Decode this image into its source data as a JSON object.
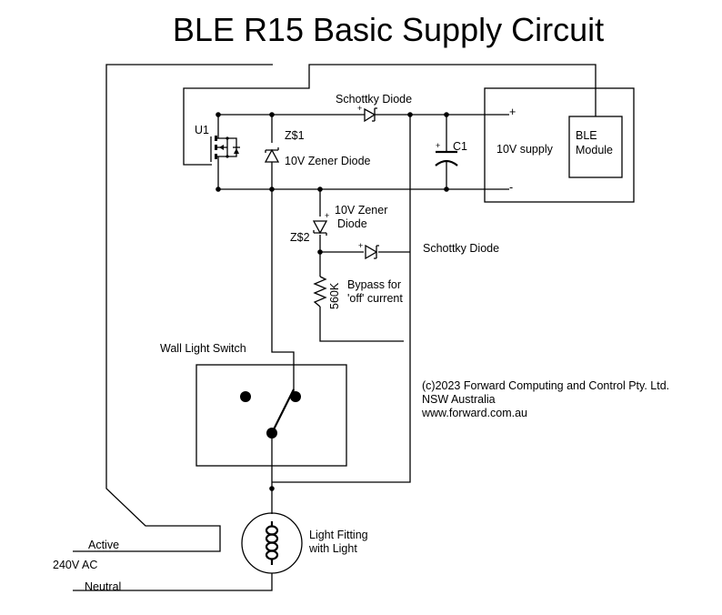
{
  "title": "BLE R15 Basic Supply Circuit",
  "labels": {
    "u1": "U1",
    "schottky_top": "Schottky Diode",
    "schottky_mid": "Schottky Diode",
    "z1": "Z$1",
    "z1_desc": "10V Zener Diode",
    "c1": "C1",
    "supply": "10V supply",
    "plus": "+",
    "minus": "-",
    "ble_line1": "BLE",
    "ble_line2": "Module",
    "z2": "Z$2",
    "z2_desc_line1": "10V Zener",
    "z2_desc_line2": "Diode",
    "resistor": "560K",
    "bypass_line1": "Bypass for",
    "bypass_line2": "'off' current",
    "switch": "Wall Light Switch",
    "copyright_line1": "(c)2023 Forward Computing and Control Pty. Ltd.",
    "copyright_line2": "NSW Australia",
    "copyright_line3": "www.forward.com.au",
    "light_line1": "Light Fitting",
    "light_line2": "with Light",
    "active": "Active",
    "ac": "240V AC",
    "neutral": "Neutral"
  }
}
